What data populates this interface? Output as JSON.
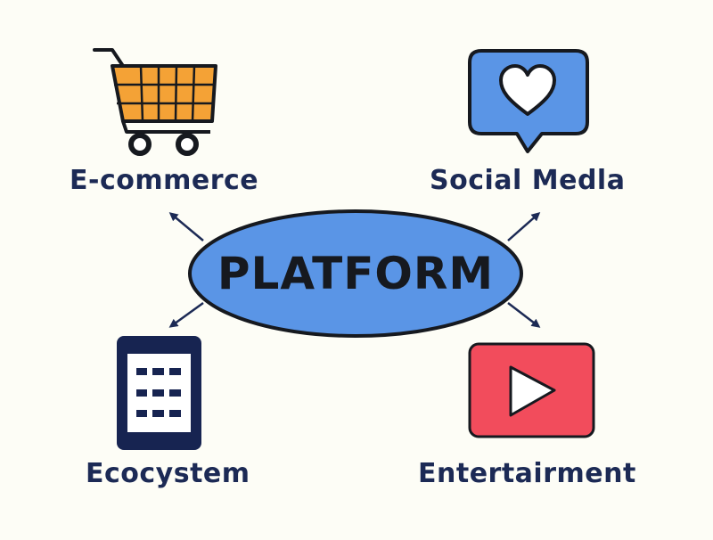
{
  "diagram": {
    "center": {
      "label": "PLATFORM",
      "color": "#5a95e6"
    },
    "nodes": [
      {
        "id": "ecommerce",
        "label": "E-commerce",
        "icon": "shopping-cart-icon",
        "color": "#f4a236"
      },
      {
        "id": "social",
        "label": "Social Medla",
        "icon": "heart-speech-bubble-icon",
        "color": "#5a95e6"
      },
      {
        "id": "ecosystem",
        "label": "Ecocystem",
        "icon": "app-grid-tablet-icon",
        "color": "#172451"
      },
      {
        "id": "entertainment",
        "label": "Entertairment",
        "icon": "video-play-icon",
        "color": "#f24c5c"
      }
    ],
    "background": "#fdfdf6",
    "text_color": "#1c2a55"
  }
}
